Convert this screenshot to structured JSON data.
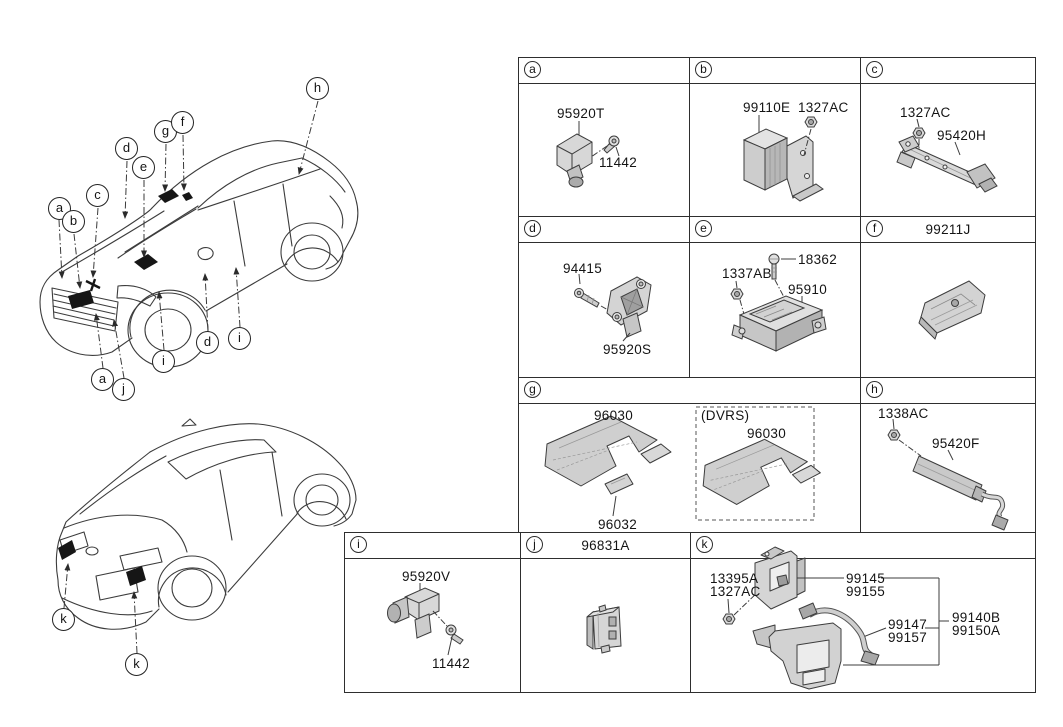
{
  "page": {
    "background_color": "#ffffff",
    "line_color": "#2e2e2e",
    "part_fill_color": "#d6d6d6"
  },
  "car_views": {
    "top_callouts": [
      "a",
      "b",
      "c",
      "d",
      "e",
      "g",
      "f",
      "h",
      "a",
      "j",
      "i",
      "d",
      "i"
    ],
    "bottom_callouts": [
      "k",
      "k"
    ]
  },
  "parts_table": {
    "cells": {
      "a": {
        "letter": "a",
        "part": "95920T",
        "fastener": "11442"
      },
      "b": {
        "letter": "b",
        "part": "99110E",
        "fastener": "1327AC"
      },
      "c": {
        "letter": "c",
        "fastener": "1327AC",
        "part": "95420H"
      },
      "d": {
        "letter": "d",
        "fastener": "94415",
        "part": "95920S"
      },
      "e": {
        "letter": "e",
        "fastener1": "1337AB",
        "fastener2": "18362",
        "part": "95910"
      },
      "f": {
        "letter": "f",
        "header_part": "99211J"
      },
      "g": {
        "letter": "g",
        "part_main": "96030",
        "part_cover": "96032",
        "dvrs_caption": "(DVRS)",
        "dvrs_part": "96030"
      },
      "h": {
        "letter": "h",
        "fastener": "1338AC",
        "part": "95420F"
      },
      "i": {
        "letter": "i",
        "part": "95920V",
        "fastener": "11442"
      },
      "j": {
        "letter": "j",
        "header_part": "96831A"
      },
      "k": {
        "letter": "k",
        "fastener1": "13395A",
        "fastener2": "1327AC",
        "bracket_part1": "99145",
        "bracket_part2": "99155",
        "cable_part1": "99147",
        "cable_part2": "99157",
        "assy_part1": "99140B",
        "assy_part2": "99150A"
      }
    }
  }
}
